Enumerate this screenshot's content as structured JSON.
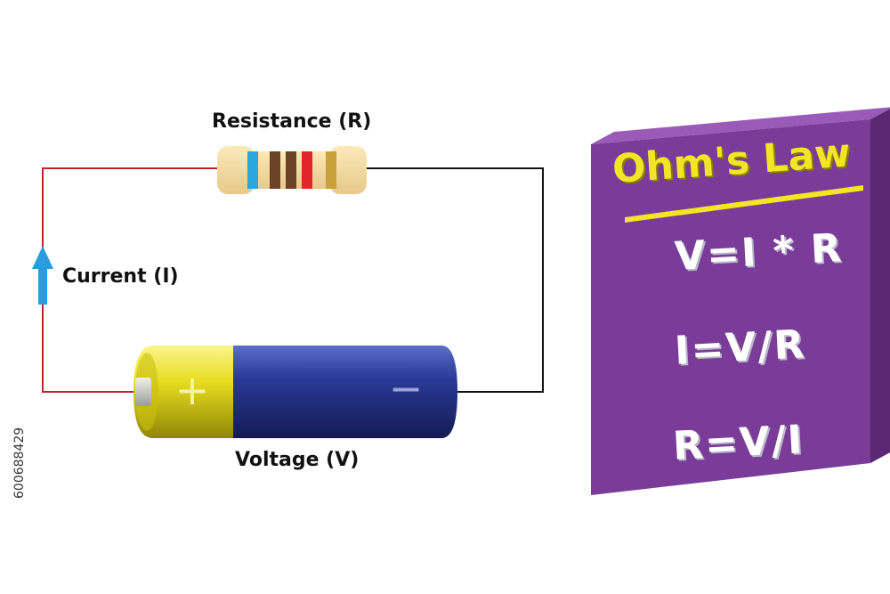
{
  "circuit": {
    "resistance_label": "Resistance (R)",
    "current_label": "Current (I)",
    "voltage_label": "Voltage (V)",
    "battery_plus": "+",
    "battery_minus": "−",
    "resistor_band_colors": [
      "#2aa7de",
      "#6b4226",
      "#6b4226",
      "#e0262b",
      "#c9a13b"
    ]
  },
  "board": {
    "title": "Ohm's Law",
    "formulas": [
      "V=I * R",
      "I=V/R",
      "R=V/I"
    ]
  },
  "stock_id": "600688429",
  "colors": {
    "board_face": "#7a3c98",
    "board_side": "#5a2874",
    "board_top": "#9a5bb8",
    "wire_positive": "#c8202a",
    "wire_negative": "#111111",
    "arrow": "#2a9de0",
    "battery_body": "#283890",
    "battery_cap": "#e8e020"
  }
}
